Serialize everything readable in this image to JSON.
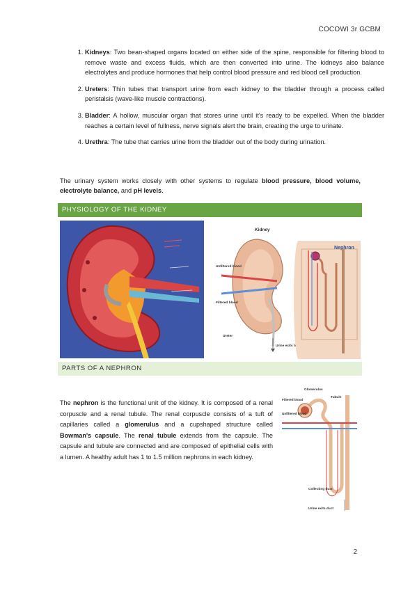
{
  "header": {
    "course": "COCOWI 3r GCBM"
  },
  "parts_list": [
    {
      "term": "Kidneys",
      "text": ": Two bean-shaped organs located on either side of the spine, responsible for filtering blood to remove waste and excess fluids, which are then converted into urine. The kidneys also balance electrolytes and produce hormones that help control blood pressure and red blood cell production."
    },
    {
      "term": "Ureters",
      "text": ": Thin tubes that transport urine from each kidney to the bladder through a process called peristalsis (wave-like muscle contractions)."
    },
    {
      "term": "Bladder",
      "text": ": A hollow, muscular organ that stores urine until it's ready to be expelled. When the bladder reaches a certain level of fullness, nerve signals alert the brain, creating the urge to urinate."
    },
    {
      "term": "Urethra",
      "text": ": The tube that carries urine from the bladder out of the body during urination."
    }
  ],
  "intro": {
    "pre": "The urinary system works closely with other systems to regulate ",
    "b1": "blood pressure, blood volume, electrolyte balance,",
    "mid": " and ",
    "b2": "pH levels",
    "end": "."
  },
  "sections": {
    "physiology": "PHYSIOLOGY OF THE KIDNEY",
    "nephron": "PARTS OF A NEPHRON"
  },
  "kidney_diagram": {
    "title": "Kidney",
    "unfiltered": "Unfiltered blood",
    "filtered": "Filtered blood",
    "ureter": "Ureter",
    "urine_exits": "Urine exits to bladder",
    "nephron_title": "Nephron"
  },
  "nephron_text": {
    "p1": "The ",
    "b1": "nephron",
    "p2": " is the functional unit of the kidney. It is composed of a renal corpuscle and a renal tubule. The renal corpuscle consists of a tuft of capillaries called a ",
    "b2": "glomerulus",
    "p3": " and a cupshaped structure called ",
    "b3": "Bowman's capsule",
    "p4": ". The ",
    "b4": "renal tubule",
    "p5": " extends from the capsule. The capsule and tubule are connected and are composed of epithelial cells with a lumen. A healthy adult has 1 to 1.5 million nephrons in each kidney."
  },
  "nephron_diagram": {
    "glomerulus": "Glomerulus",
    "tubule": "Tubule",
    "filtered": "Filtered blood",
    "unfiltered": "Unfiltered blood",
    "collecting": "Collecting duct",
    "urine_exits": "Urine exits duct"
  },
  "page_number": "2"
}
